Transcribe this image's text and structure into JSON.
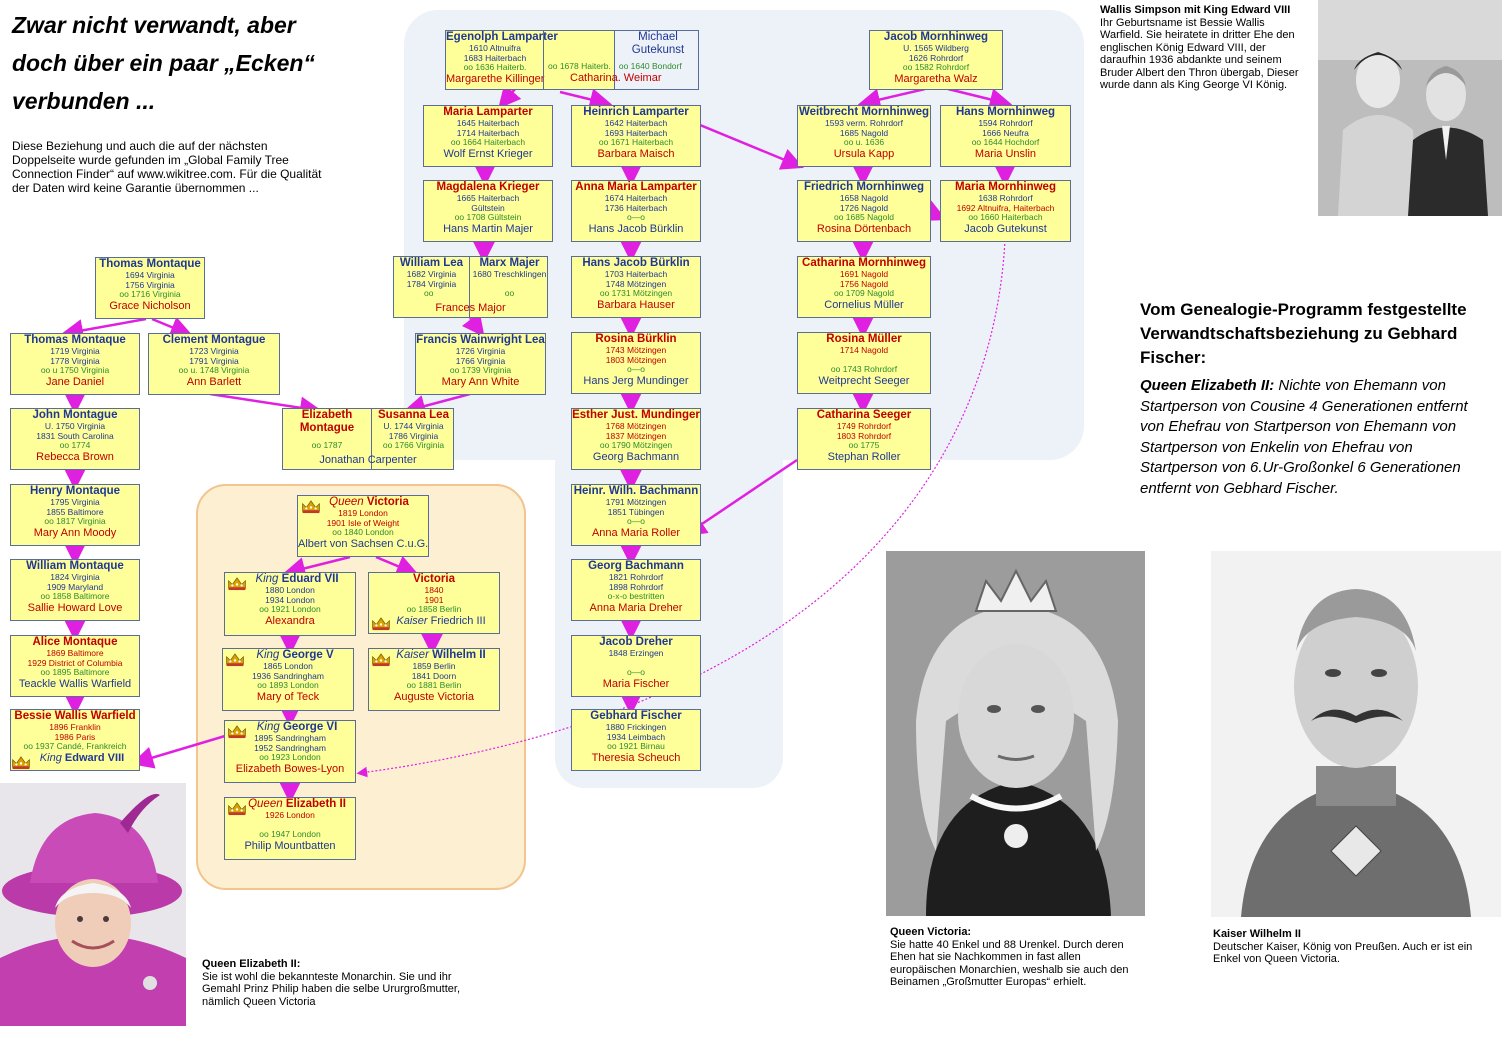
{
  "headline": "Zwar nicht verwandt, aber doch über ein paar „Ecken“ verbunden ...",
  "intro": "Diese Beziehung und auch die auf der nächsten Doppelseite wurde gefunden im „Global Family Tree Connection Finder“ auf www.wikitree.com. Für die Qualität der Daten wird keine Garantie übernommen ...",
  "relationship": {
    "title": "Vom Genealogie-Programm festge­stellte Verwandtschaftsbeziehung zu Gebhard Fischer:",
    "label": "Queen Elizabeth II:",
    "text": "Nichte von Ehemann von Startperson von Cousine 4 Generationen entfernt von Ehefrau von Startperson von Ehemann von Startperson von Enkelin von Ehefrau von Startperson von 6.Ur-Großonkel 6 Generationen entfernt von Gebhard Fi­scher."
  },
  "captions": {
    "wallis": {
      "title": "Wallis Simpson mit King Edward VIII",
      "text": "Ihr Geburtsname ist Bessie Wallis Warfield. Sie heiratete in dritter Ehe den englischen König Edward VIII, der daraufhin 1936 abdankte und seinem Bruder Albert den Thron übergab, Dieser wurde dann als King George VI König."
    },
    "elizabeth": {
      "title": "Queen Elizabeth II:",
      "text": "Sie ist wohl die bekannteste Monarchin. Sie und ihr Gemahl Prinz Philip haben die selbe Ururgroßmutter, nämlich Queen Victoria"
    },
    "victoria": {
      "title": "Queen Victoria:",
      "text": "Sie hatte 40 Enkel und 88 Urenkel. Durch deren Ehen hat sie Nachkommen in fast allen europäischen Monarchien, weshalb sie auch den Beinamen „Großmutter Euro­pas“ erhielt."
    },
    "wilhelm": {
      "title": "Kaiser Wilhelm II",
      "text": "Deutscher Kaiser, König von Preußen. Auch er ist ein Enkel von Queen Victoria."
    }
  },
  "boxes": {
    "egenolph": {
      "name": "Egenolph Lamparter",
      "l1": "1610 Altnuifra",
      "l2": "1683 Haiterbach",
      "m": "oo 1636 Haiterb.",
      "spouse": "Margarethe Killinger"
    },
    "michael": {
      "name": "Michael",
      "name2": "Gutekunst",
      "m": "oo 1678 Haiterb.",
      "m2": "oo 1640 Bondorf",
      "spouse": "Catharina.  Weimar"
    },
    "jacob_m": {
      "name": "Jacob Mornhinweg",
      "l1": "U. 1565 Wildberg",
      "l2": "1626 Rohrdorf",
      "m": "oo 1582 Rohrdorf",
      "spouse": "Margaretha Walz"
    },
    "maria_l": {
      "name": "Maria Lamparter",
      "l1": "1645 Haiterbach",
      "l2": "1714 Haiterbach",
      "m": "oo 1664 Haiterbach",
      "spouse": "Wolf Ernst Krieger"
    },
    "heinrich": {
      "name": "Heinrich Lamparter",
      "l1": "1642 Haiterbach",
      "l2": "1693 Haiterbach",
      "m": "oo 1671 Haiterbach",
      "spouse": "Barbara Maisch"
    },
    "weitbrecht": {
      "name": "Weitbrecht Mornhinweg",
      "l1": "1593 verm. Rohrdorf",
      "l2": "1685 Nagold",
      "m": "oo u. 1636",
      "spouse": "Ursula Kapp"
    },
    "hans_m": {
      "name": "Hans Mornhinweg",
      "l1": "1594 Rohrdorf",
      "l2": "1666 Neufra",
      "m": "oo 1644 Hochdorf",
      "spouse": "Maria Unslin"
    },
    "magdalena": {
      "name": "Magdalena Krieger",
      "l1": "1665 Haiterbach",
      "l2": "Gültstein",
      "m": "oo 1708 Gültstein",
      "spouse": "Hans Martin Majer"
    },
    "anna_l": {
      "name": "Anna Maria Lamparter",
      "l1": "1674  Haiterbach",
      "l2": "1736 Haiterbach",
      "m": "o—o",
      "spouse": "Hans Jacob Bürklin"
    },
    "friedrich": {
      "name": "Friedrich Mornhinweg",
      "l1": "1658 Nagold",
      "l2": "1726 Nagold",
      "m": "oo 1685 Nagold",
      "spouse": "Rosina Dörtenbach"
    },
    "maria_m": {
      "name": "Maria Mornhinweg",
      "l1": "1638 Rohrdorf",
      "l2": "1692 Altnuifra, Haiterbach",
      "m": "oo 1660 Haiterbach",
      "spouse": "Jacob Gutekunst"
    },
    "thomas1": {
      "name": "Thomas Montaque",
      "l1": "1694 Virginia",
      "l2": "1756 Virginia",
      "m": "oo 1716 Virginia",
      "spouse": "Grace Nicholson"
    },
    "william_lea": {
      "name": "William Lea",
      "l1": "1682 Virginia",
      "l2": "1784 Virginia",
      "m": "oo",
      "spouse": "Frances Major"
    },
    "marx": {
      "name": "Marx Majer",
      "l1": "1680 Treschklingen",
      "m": "oo"
    },
    "hans_jacob": {
      "name": "Hans Jacob Bürklin",
      "l1": "1703  Haiterbach",
      "l2": "1748 Mötzingen",
      "m": "oo 1731 Mötzingen",
      "spouse": "Barbara Hauser"
    },
    "catharina_m": {
      "name": "Catharina Mornhinweg",
      "l1": "1691 Nagold",
      "l2": "1756 Nagold",
      "m": "oo 1709 Nagold",
      "spouse": "Cornelius Müller"
    },
    "thomas2": {
      "name": "Thomas Montaque",
      "l1": "1719 Virginia",
      "l2": "1778 Virginia",
      "m": "oo u 1750 Virginia",
      "spouse": "Jane Daniel"
    },
    "clement": {
      "name": "Clement Montague",
      "l1": "1723 Virginia",
      "l2": "1791 Virginia",
      "m": "oo u. 1748 Virginia",
      "spouse": "Ann Barlett"
    },
    "francis": {
      "name": "Francis Wainwright Lea",
      "l1": "1726 Virginia",
      "l2": "1766 Virginia",
      "m": "oo 1739 Virginia",
      "spouse": "Mary Ann White"
    },
    "rosina_b": {
      "name": "Rosina Bürklin",
      "l1": "1743 Mötzingen",
      "l2": "1803 Mötzingen",
      "m": "o—o",
      "spouse": "Hans Jerg Mundinger"
    },
    "rosina_mu": {
      "name": "Rosina Müller",
      "l1": "1714 Nagold",
      "m": "oo 1743 Rohrdorf",
      "spouse": "Weitprecht Seeger"
    },
    "john": {
      "name": "John Montague",
      "l1": "U. 1750 Virginia",
      "l2": "1831 South Carolina",
      "m": "oo 1774",
      "spouse": "Rebecca Brown"
    },
    "elizabeth_m": {
      "name": "Elizabeth",
      "name2": "Montague",
      "m": "oo 1787",
      "spouse": "Jonathan Carpenter"
    },
    "susanna": {
      "name": "Susanna Lea",
      "l1": "U. 1744 Virginia",
      "l2": "1786 Virginia",
      "m": "oo 1766 Virginia"
    },
    "esther": {
      "name": "Esther Just. Mundinger",
      "l1": "1768 Mötzingen",
      "l2": "1837 Mötzingen",
      "m": "oo 1790 Mötzingen",
      "spouse": "Georg Bachmann"
    },
    "catharina_s": {
      "name": "Catharina Seeger",
      "l1": "1749 Rohrdorf",
      "l2": "1803 Rohrdorf",
      "m": "oo 1775",
      "spouse": "Stephan Roller"
    },
    "henry": {
      "name": "Henry Montaque",
      "l1": "1795 Virginia",
      "l2": "1855 Baltimore",
      "m": "oo 1817 Virginia",
      "spouse": "Mary Ann Moody"
    },
    "victoria_q": {
      "prefix": "Queen",
      "name": "Victoria",
      "l1": "1819 London",
      "l2": "1901 Isle of Weight",
      "m": "oo 1840 London",
      "spouse": "Albert von Sachsen C.u.G."
    },
    "heinr_wilh": {
      "name": "Heinr. Wilh. Bachmann",
      "l1": "1791 Mötzingen",
      "l2": "1851 Tübingen",
      "m": "o—o",
      "spouse": "Anna Maria Roller"
    },
    "william_mt": {
      "name": "William Montaque",
      "l1": "1824 Virginia",
      "l2": "1909 Maryland",
      "m": "oo 1858 Baltimore",
      "spouse": "Sallie Howard Love"
    },
    "eduard": {
      "prefix": "King",
      "name": "Eduard VII",
      "l1": "1880 London",
      "l2": "1934 London",
      "m": "oo 1921 London",
      "spouse": "Alexandra"
    },
    "victoria_p": {
      "name": "Victoria",
      "l1": "1840",
      "l2": "1901",
      "m": "oo 1858 Berlin",
      "spouse_prefix": "Kaiser",
      "spouse": "Friedrich III"
    },
    "georg_b": {
      "name": "Georg Bachmann",
      "l1": "1821 Rohrdorf",
      "l2": "1898 Rohrdorf",
      "m": "o-x-o  bestritten",
      "spouse": "Anna Maria Dreher"
    },
    "alice": {
      "name": "Alice Montaque",
      "l1": "1869 Baltimore",
      "l2": "1929 District of Columbia",
      "m": "oo 1895 Baltimore",
      "spouse": "Teackle Wallis Warfield"
    },
    "george5": {
      "prefix": "King",
      "name": "George V",
      "l1": "1865 London",
      "l2": "1936 Sandringham",
      "m": "oo 1893 London",
      "spouse": "Mary of Teck"
    },
    "wilhelm2": {
      "prefix": "Kaiser",
      "name": "Wilhelm II",
      "l1": "1859 Berlin",
      "l2": "1841 Doorn",
      "m": "oo 1881 Berlin",
      "spouse": "Auguste Victoria"
    },
    "jacob_d": {
      "name": "Jacob Dreher",
      "l1": "1848 Erzingen",
      "m": "o—o",
      "spouse": "Maria Fischer"
    },
    "bessie": {
      "name": "Bessie Wallis Warfield",
      "l1": "1896 Franklin",
      "l2": "1986 Paris",
      "m": "oo 1937 Candé, Frankreich",
      "spouse_prefix": "King",
      "spouse": "Edward VIII"
    },
    "george6": {
      "prefix": "King",
      "name": "George VI",
      "l1": "1895 Sandringham",
      "l2": "1952 Sandringham",
      "m": "oo 1923 London",
      "spouse": "Elizabeth Bowes-Lyon"
    },
    "gebhard": {
      "name": "Gebhard Fischer",
      "l1": "1880 Frickingen",
      "l2": "1934 Leimbach",
      "m": "oo 1921 Birnau",
      "spouse": "Theresia Scheuch"
    },
    "elizabeth2": {
      "prefix": "Queen",
      "name": "Elizabeth II",
      "l1": "1926 London",
      "m": "oo  1947 London",
      "spouse": "Philip Mountbatten"
    }
  },
  "colors": {
    "box_fill": "#ffff99",
    "name_blue": "#1f3895",
    "name_red": "#c00000",
    "marriage_green": "#2e8b2e",
    "arrow_magenta": "#e020e0",
    "bg_blue": "#edf2f8",
    "bg_orange": "#fdf0d2"
  },
  "icons": {
    "crown": "crown-icon",
    "photos": [
      "wallis-edward-photo",
      "queen-elizabeth-photo",
      "queen-victoria-photo",
      "kaiser-wilhelm-photo"
    ]
  }
}
